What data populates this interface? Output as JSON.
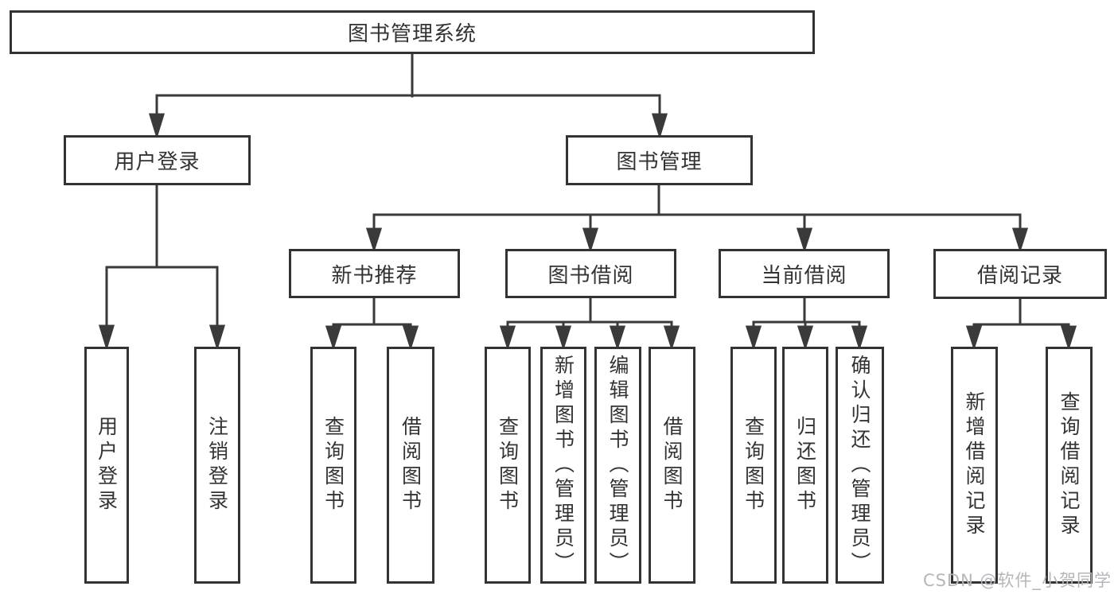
{
  "diagram_title": "图书管理系统",
  "tree": {
    "label": "图书管理系统",
    "children": [
      {
        "label": "用户登录",
        "children": [
          {
            "label": "用户登录"
          },
          {
            "label": "注销登录"
          }
        ]
      },
      {
        "label": "图书管理",
        "children": [
          {
            "label": "新书推荐",
            "children": [
              {
                "label": "查询图书"
              },
              {
                "label": "借阅图书"
              }
            ]
          },
          {
            "label": "图书借阅",
            "children": [
              {
                "label": "查询图书"
              },
              {
                "label": "新增图书（管理员）"
              },
              {
                "label": "编辑图书（管理员）"
              },
              {
                "label": "借阅图书"
              }
            ]
          },
          {
            "label": "当前借阅",
            "children": [
              {
                "label": "查询图书"
              },
              {
                "label": "归还图书"
              },
              {
                "label": "确认归还（管理员）"
              }
            ]
          },
          {
            "label": "借阅记录",
            "children": [
              {
                "label": "新增借阅记录"
              },
              {
                "label": "查询借阅记录"
              }
            ]
          }
        ]
      }
    ]
  },
  "watermark": "CSDN @软件_小贺同学",
  "colors": {
    "line": "#3a3a3a",
    "box_border": "#333333",
    "text": "#333333",
    "watermark": "#b5b6ba",
    "background": "#ffffff"
  }
}
